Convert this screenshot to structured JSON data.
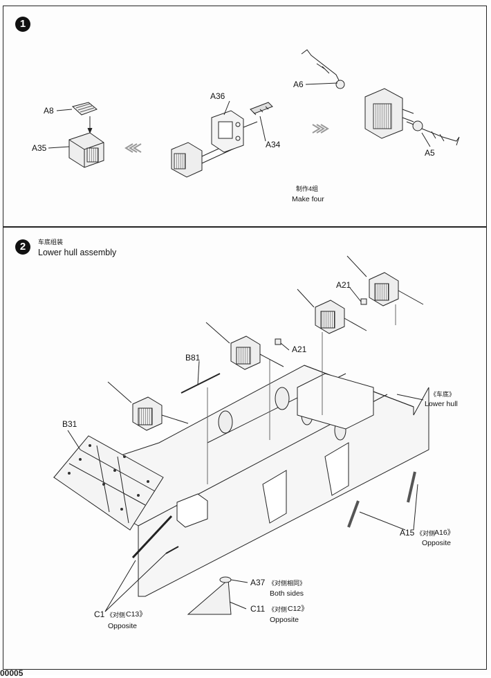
{
  "step1": {
    "number": "1",
    "labels": {
      "a8": "A8",
      "a35": "A35",
      "a36": "A36",
      "a34": "A34",
      "a6": "A6",
      "a5": "A5"
    },
    "note_cn": "制作4组",
    "note_en": "Make four"
  },
  "step2": {
    "number": "2",
    "title_cn": "车底组装",
    "title_en": "Lower hull assembly",
    "labels": {
      "a21_top": "A21",
      "a21_mid": "A21",
      "b81": "B81",
      "b31": "B31",
      "lower_hull_cn": "《车底》",
      "lower_hull_en": "Lower hull",
      "a15": "A15",
      "a15_cn": "《对侧",
      "a16": "A16》",
      "a15_opposite": "Opposite",
      "a37": "A37",
      "a37_cn": "《对侧相同》",
      "a37_en": "Both sides",
      "c1": "C1",
      "c1_cn": "《对侧",
      "c13": "C13》",
      "c1_opposite": "Opposite",
      "c11": "C11",
      "c11_cn": "《对侧",
      "c12": "C12》",
      "c11_opposite": "Opposite"
    }
  },
  "footer": "00005"
}
